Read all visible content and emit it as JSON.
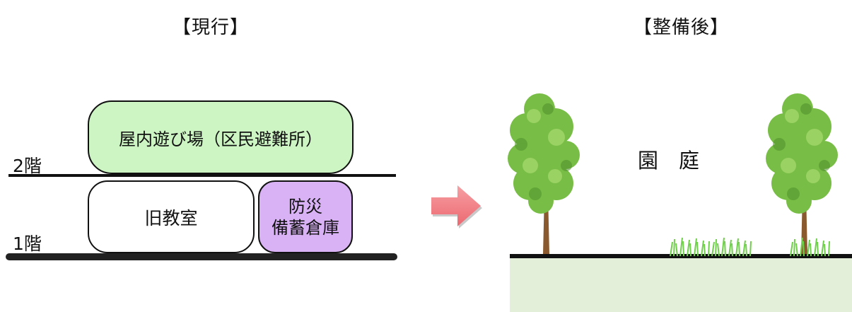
{
  "before": {
    "title": "【現行】",
    "floor2_label": "2階",
    "floor1_label": "1階",
    "playground_label": "屋内遊び場（区民避難所）",
    "classroom_label": "旧教室",
    "storage_label_line1": "防災",
    "storage_label_line2": "備蓄倉庫"
  },
  "after": {
    "title": "【整備後】",
    "garden_label": "園　庭"
  },
  "colors": {
    "playground_fill": "#cdf5c3",
    "classroom_fill": "#ffffff",
    "storage_fill": "#d8b2f4",
    "arrow": "#f07a80",
    "ground_fill": "#e4efd9",
    "tree_foliage": "#7cc048",
    "tree_trunk": "#8a5a2e",
    "grass": "#6fcf4a"
  },
  "icons": {
    "arrow": "right-arrow-icon",
    "tree": "tree-icon",
    "grass": "grass-icon"
  }
}
